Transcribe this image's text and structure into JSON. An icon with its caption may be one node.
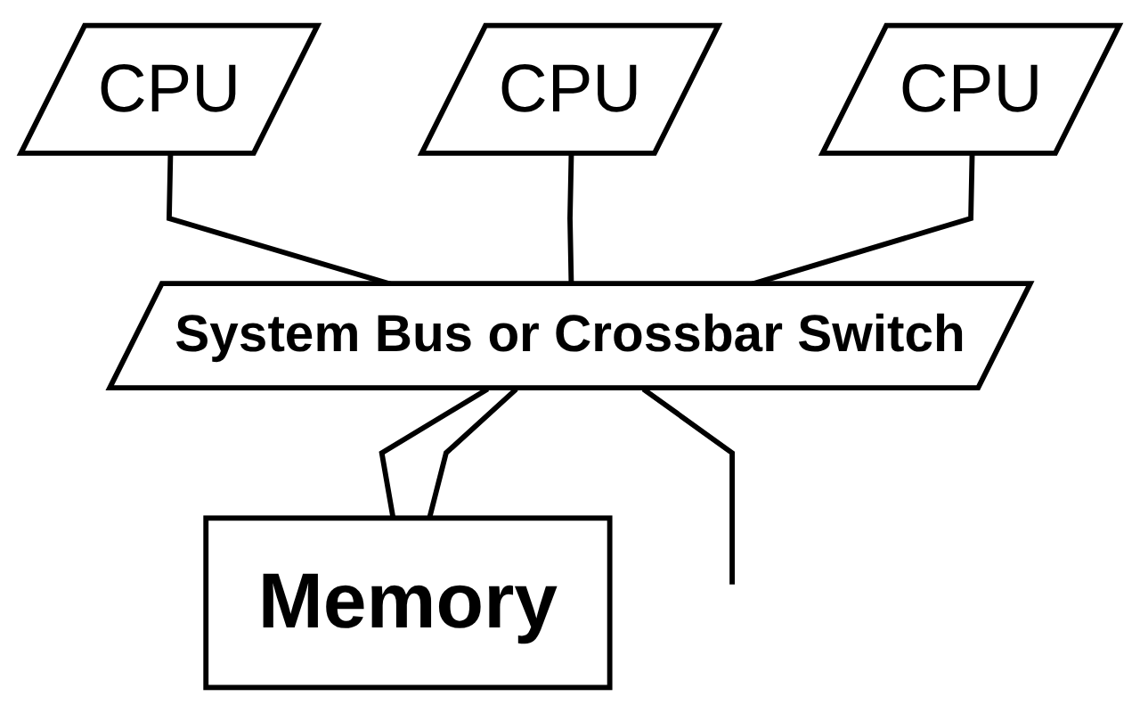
{
  "diagram": {
    "nodes": [
      {
        "text": [
          "CPU"
        ]
      },
      {
        "text": [
          "CPU"
        ]
      },
      {
        "text": [
          "CPU"
        ]
      },
      {
        "text": [
          "System Bus or Crossbar Switch"
        ]
      },
      {
        "text": [
          "Memory"
        ]
      }
    ],
    "edges": [
      {
        "from": 0,
        "to": 3,
        "arrow": "none"
      },
      {
        "from": 1,
        "to": 3,
        "arrow": "none"
      },
      {
        "from": 2,
        "to": 3,
        "arrow": "none"
      },
      {
        "from": 3,
        "to": 4,
        "arrow": "none"
      },
      {
        "from": 3,
        "to": 4,
        "arrow": "none"
      },
      {
        "from": 3,
        "to": null,
        "arrow": "none"
      }
    ]
  }
}
